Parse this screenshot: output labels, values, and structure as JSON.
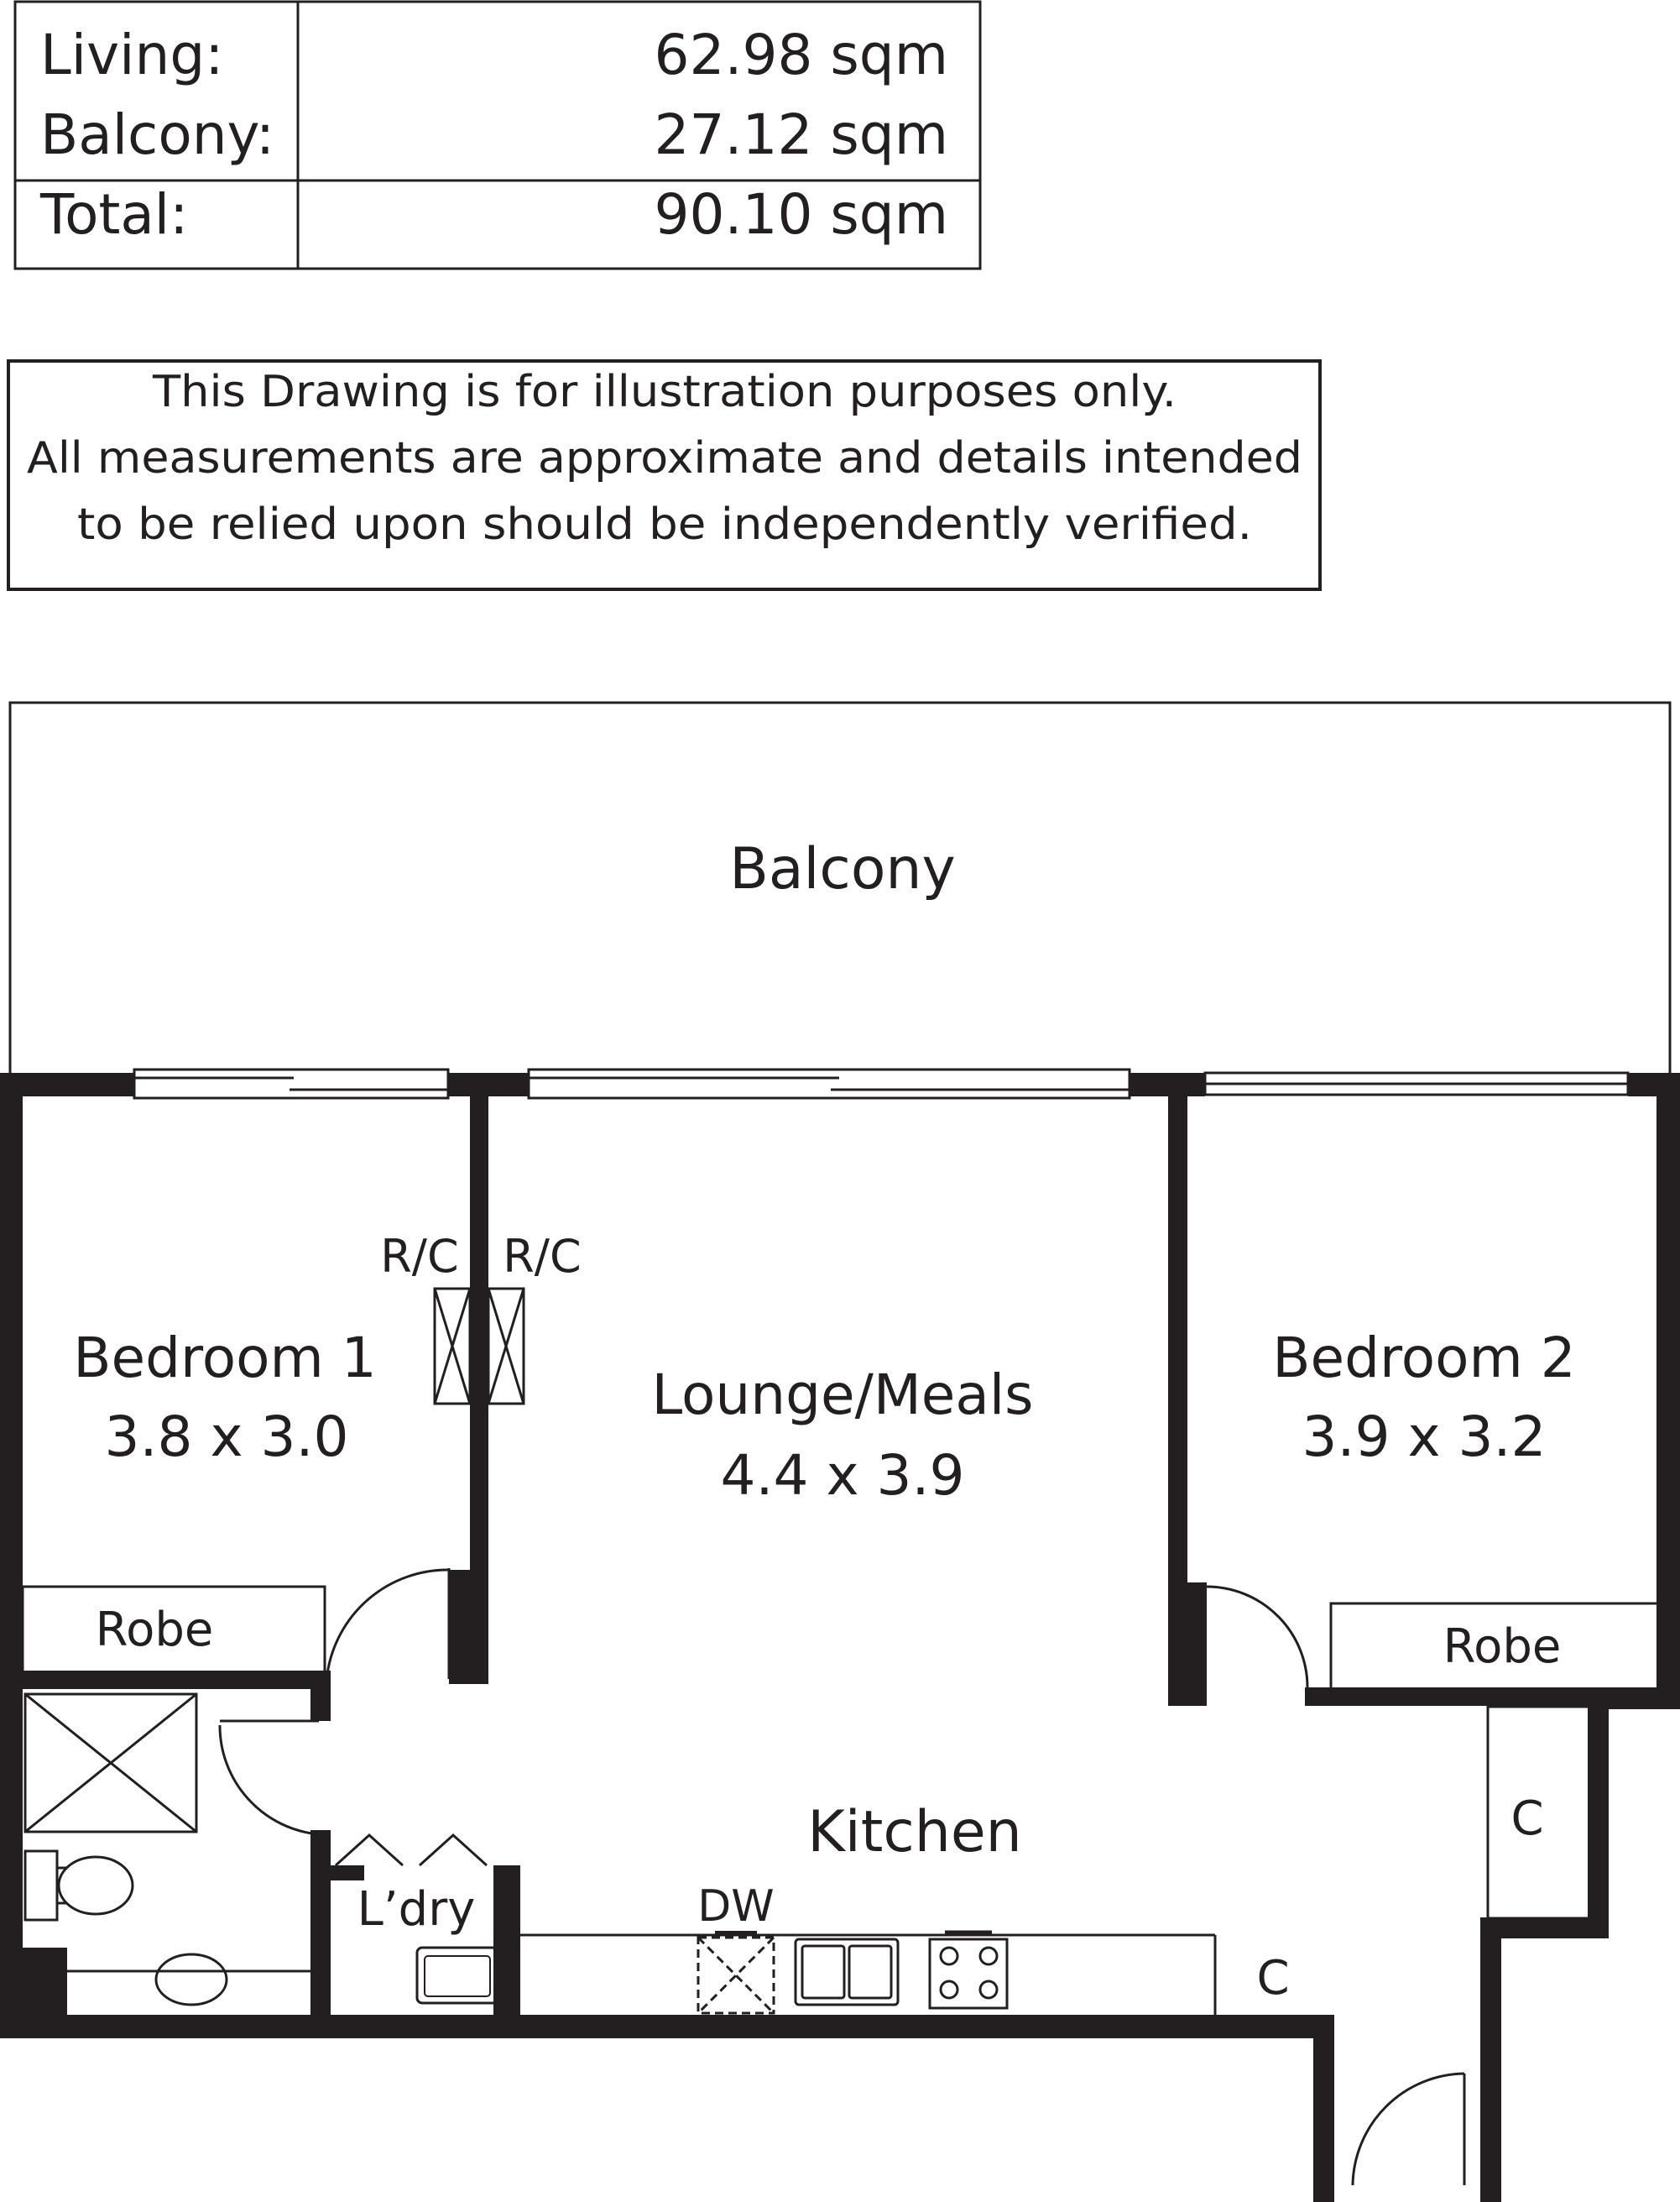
{
  "areas": [
    {
      "label": "Living:",
      "value": "62.98 sqm"
    },
    {
      "label": "Balcony:",
      "value": "27.12 sqm"
    },
    {
      "label": "Total:",
      "value": "90.10 sqm"
    }
  ],
  "disclaimer": [
    "This Drawing is for illustration purposes only.",
    "All measurements are approximate and details intended",
    "to be relied upon should be independently verified."
  ],
  "rooms": {
    "balcony": "Balcony",
    "bedroom1": {
      "name": "Bedroom 1",
      "size": "3.8 x 3.0"
    },
    "lounge": {
      "name": "Lounge/Meals",
      "size": "4.4 x 3.9"
    },
    "bedroom2": {
      "name": "Bedroom 2",
      "size": "3.9 x 3.2"
    },
    "kitchen": "Kitchen",
    "robe1": "Robe",
    "robe2": "Robe",
    "laundry": "L’dry",
    "cupboard_right": "C",
    "cupboard_kitchen": "C"
  },
  "fixtures": {
    "rc_left": "R/C",
    "rc_right": "R/C",
    "dishwasher": "DW"
  },
  "colors": {
    "ink": "#231f20",
    "background": "#ffffff"
  }
}
